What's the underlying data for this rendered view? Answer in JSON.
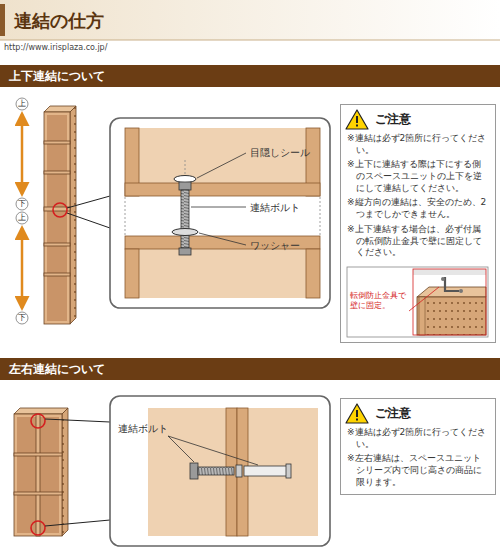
{
  "diagram": {
    "title": "連結の仕方",
    "nodes": [
      {
        "text": [
          "上下連結について"
        ]
      },
      {
        "text": [
          "ご注意",
          "※連結は必ず2箇所に行ってください。",
          "※上下に連結する際は下にする側のスペースユニットの上下を逆にして連結してください。",
          "※縦方向の連結は、安全のため、2つまでしかできません。",
          "※上下連結する場合は、必ず付属の転倒防止金具で壁に固定してください。"
        ]
      },
      {
        "text": [
          "左右連結について"
        ]
      },
      {
        "text": [
          "ご注意",
          "※連結は必ず2箇所に行ってください。",
          "※左右連結は、スペースユニットシリーズ内で同じ高さの商品に限ります。"
        ]
      }
    ],
    "labels": [
      "http://www.irisplaza.co.jp/",
      "上",
      "下",
      "上",
      "下",
      "目隠しシール",
      "連結ボルト",
      "ワッシャー",
      "転倒防止金具で壁に固定。",
      "連結ボルト"
    ]
  }
}
